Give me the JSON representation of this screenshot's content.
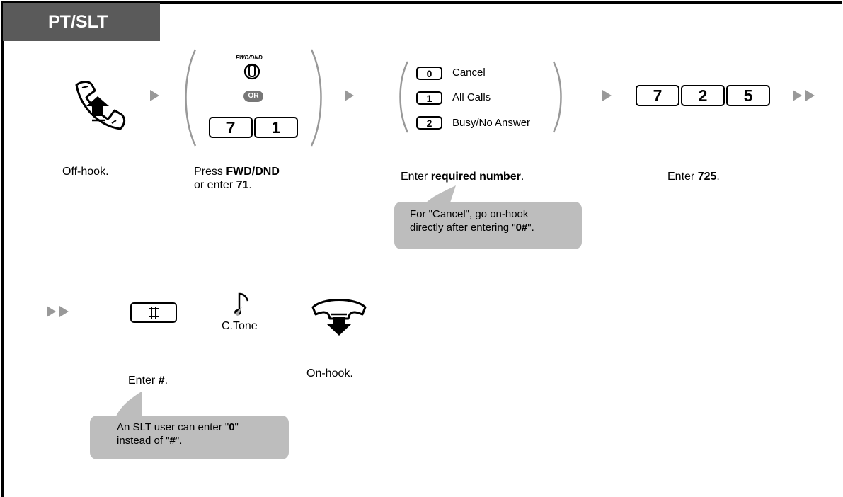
{
  "header": {
    "title": "PT/SLT"
  },
  "steps": {
    "offhook": {
      "label": "Off-hook."
    },
    "fwd": {
      "button_label": "FWD/DND",
      "or_label": "OR",
      "keys": [
        "7",
        "1"
      ],
      "label_pre": "Press ",
      "label_bold1": "FWD/DND",
      "label_mid": "or enter ",
      "label_bold2": "71",
      "label_post": "."
    },
    "options": {
      "items": [
        {
          "key": "0",
          "label": "Cancel"
        },
        {
          "key": "1",
          "label": "All Calls"
        },
        {
          "key": "2",
          "label": "Busy/No Answer"
        }
      ],
      "label_pre": "Enter ",
      "label_bold": "required number",
      "label_post": ".",
      "note_line1": "For \"Cancel\", go on-hook",
      "note_line2_pre": "directly after entering \"",
      "note_line2_bold": "0#",
      "note_line2_post": "\"."
    },
    "code": {
      "keys": [
        "7",
        "2",
        "5"
      ],
      "label_pre": "Enter ",
      "label_bold": "725",
      "label_post": "."
    },
    "hash": {
      "label_pre": "Enter ",
      "label_bold": "#",
      "label_post": ".",
      "note_line1_pre": "An SLT user can enter \"",
      "note_line1_bold": "0",
      "note_line1_post": "\"",
      "note_line2_pre": "instead of \"",
      "note_line2_bold": "#",
      "note_line2_post": "\"."
    },
    "tone": {
      "label": "C.Tone"
    },
    "onhook": {
      "label": "On-hook."
    }
  }
}
